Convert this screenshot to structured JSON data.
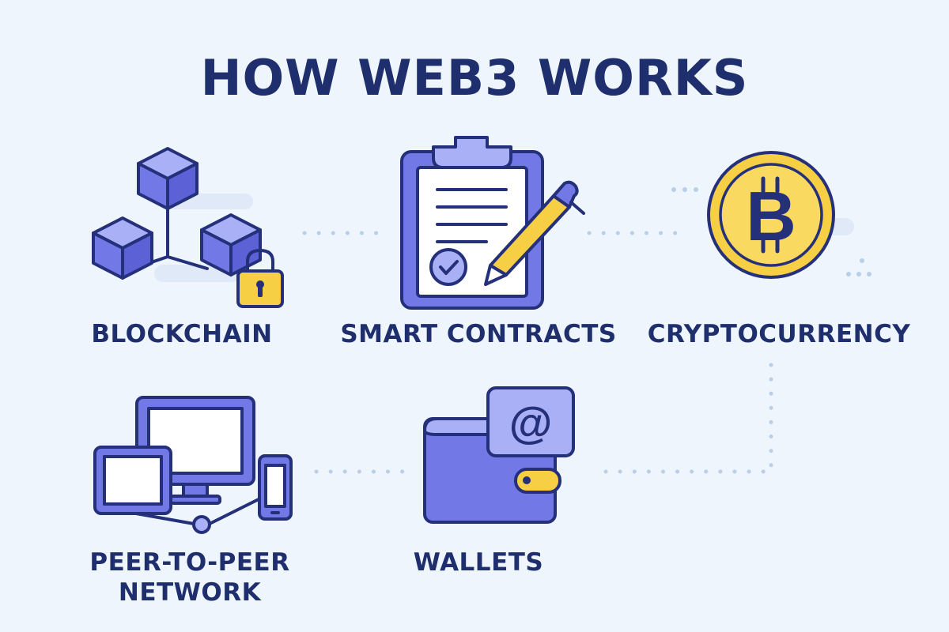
{
  "title": "HOW WEB3 WORKS",
  "components": {
    "blockchain": "BLOCKCHAIN",
    "smart_contracts": "SMART CONTRACTS",
    "cryptocurrency": "CRYPTOCURRENCY",
    "p2p_line1": "PEER-TO-PEER",
    "p2p_line2": "NETWORK",
    "wallets": "WALLETS"
  },
  "icons": {
    "blockchain": "blockchain-cubes-with-padlock",
    "smart_contracts": "clipboard-document-with-pen",
    "cryptocurrency": "bitcoin-coin",
    "p2p": "networked-devices",
    "wallets": "wallet-with-email"
  },
  "coin_symbol": "B",
  "email_symbol": "@",
  "colors": {
    "background": "#eef5fc",
    "title": "#1f2f6e",
    "outline": "#25307a",
    "purple": "#7279e6",
    "light_purple": "#aab0f6",
    "yellow": "#f6cf45",
    "connector": "#b9cfe8"
  }
}
